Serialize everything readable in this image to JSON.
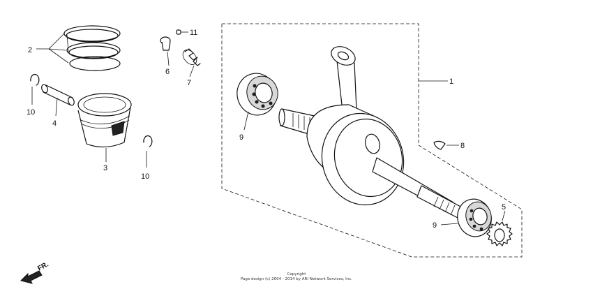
{
  "callouts": {
    "c1": "1",
    "c2": "2",
    "c3": "3",
    "c4": "4",
    "c5": "5",
    "c6": "6",
    "c7": "7",
    "c8": "8",
    "c9a": "9",
    "c9b": "9",
    "c10a": "10",
    "c10b": "10",
    "c11": "11"
  },
  "direction": {
    "label": "FR."
  },
  "copyright": {
    "line1": "Copyright",
    "line2": "Page design (c) 2004 - 2014 by ARI Network Services, Inc."
  }
}
